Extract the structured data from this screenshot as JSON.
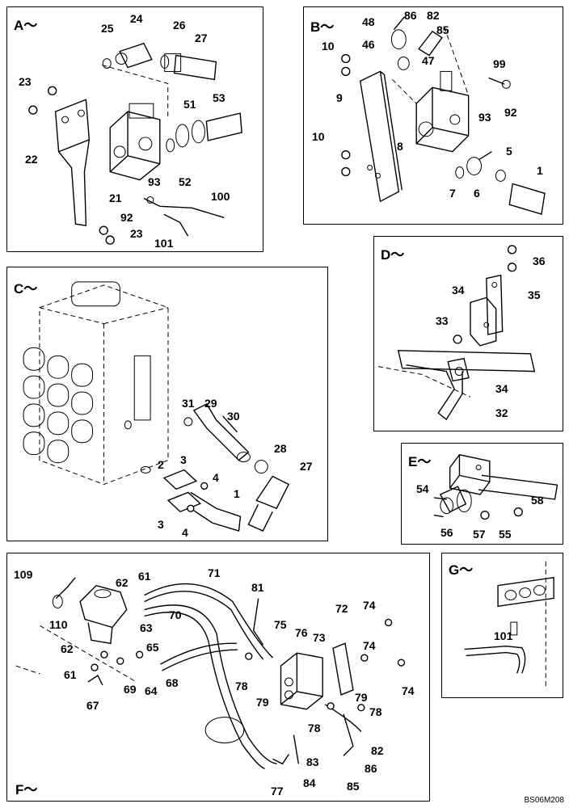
{
  "drawing_code": "BS06M208",
  "panels": [
    {
      "id": "A",
      "label": "A～",
      "callouts": [
        "25",
        "24",
        "26",
        "27",
        "23",
        "51",
        "53",
        "22",
        "21",
        "93",
        "52",
        "92",
        "100",
        "23",
        "101"
      ]
    },
    {
      "id": "B",
      "label": "B～",
      "callouts": [
        "48",
        "86",
        "82",
        "85",
        "10",
        "46",
        "47",
        "99",
        "9",
        "92",
        "93",
        "8",
        "10",
        "5",
        "1",
        "7",
        "6"
      ]
    },
    {
      "id": "C",
      "label": "C～",
      "callouts": [
        "31",
        "29",
        "30",
        "28",
        "2",
        "3",
        "4",
        "27",
        "1",
        "3",
        "4"
      ]
    },
    {
      "id": "D",
      "label": "D～",
      "callouts": [
        "36",
        "34",
        "35",
        "33",
        "34",
        "32"
      ]
    },
    {
      "id": "E",
      "label": "E～",
      "callouts": [
        "54",
        "58",
        "56",
        "57",
        "55"
      ]
    },
    {
      "id": "F",
      "label": "F～",
      "callouts": [
        "109",
        "62",
        "61",
        "71",
        "110",
        "63",
        "70",
        "81",
        "72",
        "74",
        "75",
        "76",
        "73",
        "62",
        "65",
        "61",
        "69",
        "64",
        "68",
        "78",
        "79",
        "74",
        "67",
        "79",
        "78",
        "74",
        "78",
        "82",
        "83",
        "86",
        "77",
        "84",
        "85"
      ]
    },
    {
      "id": "G",
      "label": "G～",
      "callouts": [
        "101"
      ]
    }
  ]
}
